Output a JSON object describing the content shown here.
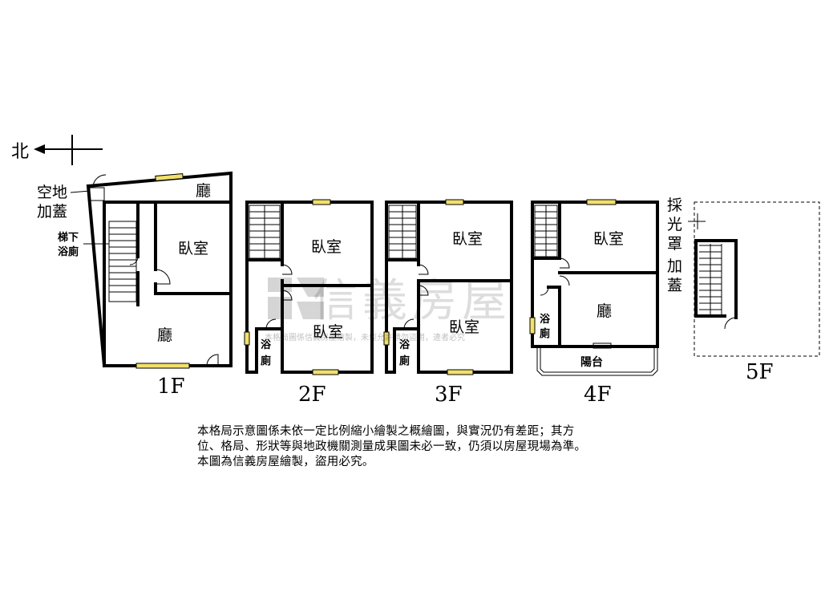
{
  "compass": {
    "north_label": "北"
  },
  "floor1": {
    "label": "1F",
    "annex_label_line1": "空地",
    "annex_label_line2": "加蓋",
    "stair_bath_line1": "梯下",
    "stair_bath_line2": "浴廁",
    "top_room": "廳",
    "bedroom": "臥室",
    "living": "廳"
  },
  "floor2": {
    "label": "2F",
    "bedroom_top": "臥室",
    "bedroom_bottom": "臥室",
    "bath_line1": "浴",
    "bath_line2": "廁"
  },
  "floor3": {
    "label": "3F",
    "bedroom_top": "臥室",
    "bedroom_bottom": "臥室",
    "bath_line1": "浴",
    "bath_line2": "廁"
  },
  "floor4": {
    "label": "4F",
    "bedroom": "臥室",
    "living": "廳",
    "bath_line1": "浴",
    "bath_line2": "廁",
    "balcony": "陽台"
  },
  "floor5": {
    "label": "5F",
    "skylight_line1": "採",
    "skylight_line2": "光",
    "skylight_line3": "罩",
    "skylight_line4": "加",
    "skylight_line5": "蓋"
  },
  "watermark": {
    "brand": "信義房屋",
    "notice": "本格局圖係信義房屋繪製，未經允許請勿盜用，違者必究"
  },
  "disclaimer": {
    "line1": "本格局示意圖係未依一定比例縮小繪製之概繪圖，與實況仍有差距；其方",
    "line2": "位、格局、形狀等與地政機關測量成果圖未必一致，仍須以房屋現場為準。",
    "line3": "本圖為信義房屋繪製，盜用必究。"
  },
  "colors": {
    "window": "#f2e06a",
    "wall": "#000000",
    "background": "#ffffff"
  }
}
